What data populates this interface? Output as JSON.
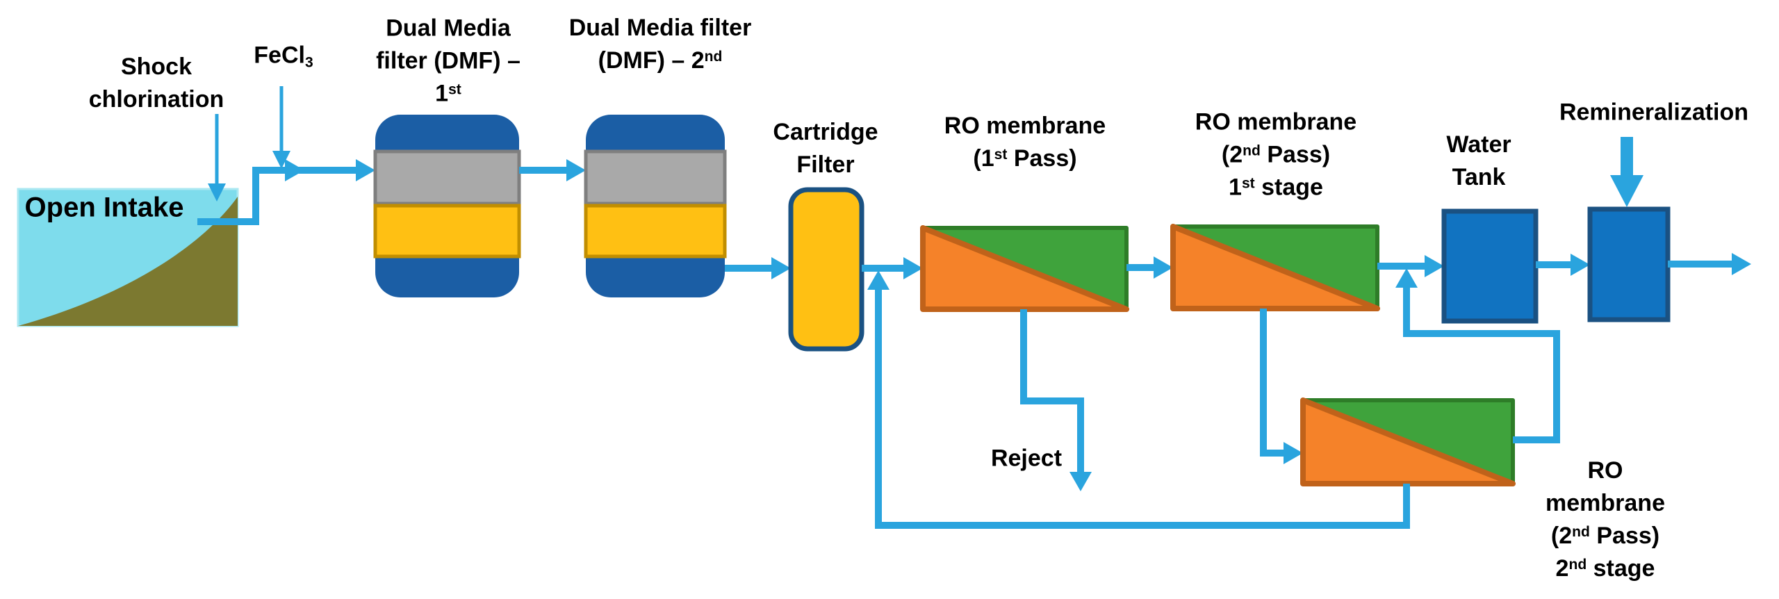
{
  "labels": {
    "shock_chlorination": [
      [
        "Shock"
      ],
      [
        "chlorination"
      ]
    ],
    "fecl3": [
      [
        "FeCl",
        {
          "sub": "3"
        }
      ]
    ],
    "open_intake": [
      [
        "Open Intake"
      ]
    ],
    "dmf1": [
      [
        "Dual Media"
      ],
      [
        "filter (DMF) –"
      ],
      [
        "1",
        {
          "sup": "st"
        }
      ]
    ],
    "dmf2": [
      [
        "Dual Media filter"
      ],
      [
        "(DMF) – 2",
        {
          "sup": "nd"
        }
      ]
    ],
    "cartridge": [
      [
        "Cartridge"
      ],
      [
        "Filter"
      ]
    ],
    "ro_pass1": [
      [
        "RO membrane"
      ],
      [
        "(1",
        {
          "sup": "st"
        },
        " Pass)"
      ]
    ],
    "ro_pass2_stage1": [
      [
        "RO membrane"
      ],
      [
        "(2",
        {
          "sup": "nd"
        },
        " Pass)"
      ],
      [
        "1",
        {
          "sup": "st"
        },
        " stage"
      ]
    ],
    "water_tank": [
      [
        "Water"
      ],
      [
        "Tank"
      ]
    ],
    "remineralization": [
      [
        "Remineralization"
      ]
    ],
    "reject": [
      [
        "Reject"
      ]
    ],
    "ro_pass2_stage2": [
      [
        "RO"
      ],
      [
        "membrane"
      ],
      [
        "(2",
        {
          "sup": "nd"
        },
        " Pass)"
      ],
      [
        "2",
        {
          "sup": "nd"
        },
        " stage"
      ]
    ]
  },
  "colors": {
    "arrow": "#2AA4DE",
    "navy": "#1B5EA5",
    "navy_border": "#1A5182",
    "blue": "#1173C1",
    "gold": "#FFC013",
    "gold_border": "#C18E00",
    "gray": "#A9A9A9",
    "gray_border": "#7F7F7F",
    "green": "#3FA33C",
    "green_border": "#2E7D28",
    "orange": "#F58229",
    "orange_border": "#C0621A",
    "cyan": "#7EDCEC",
    "olive": "#7C7930",
    "text": "#000000"
  }
}
